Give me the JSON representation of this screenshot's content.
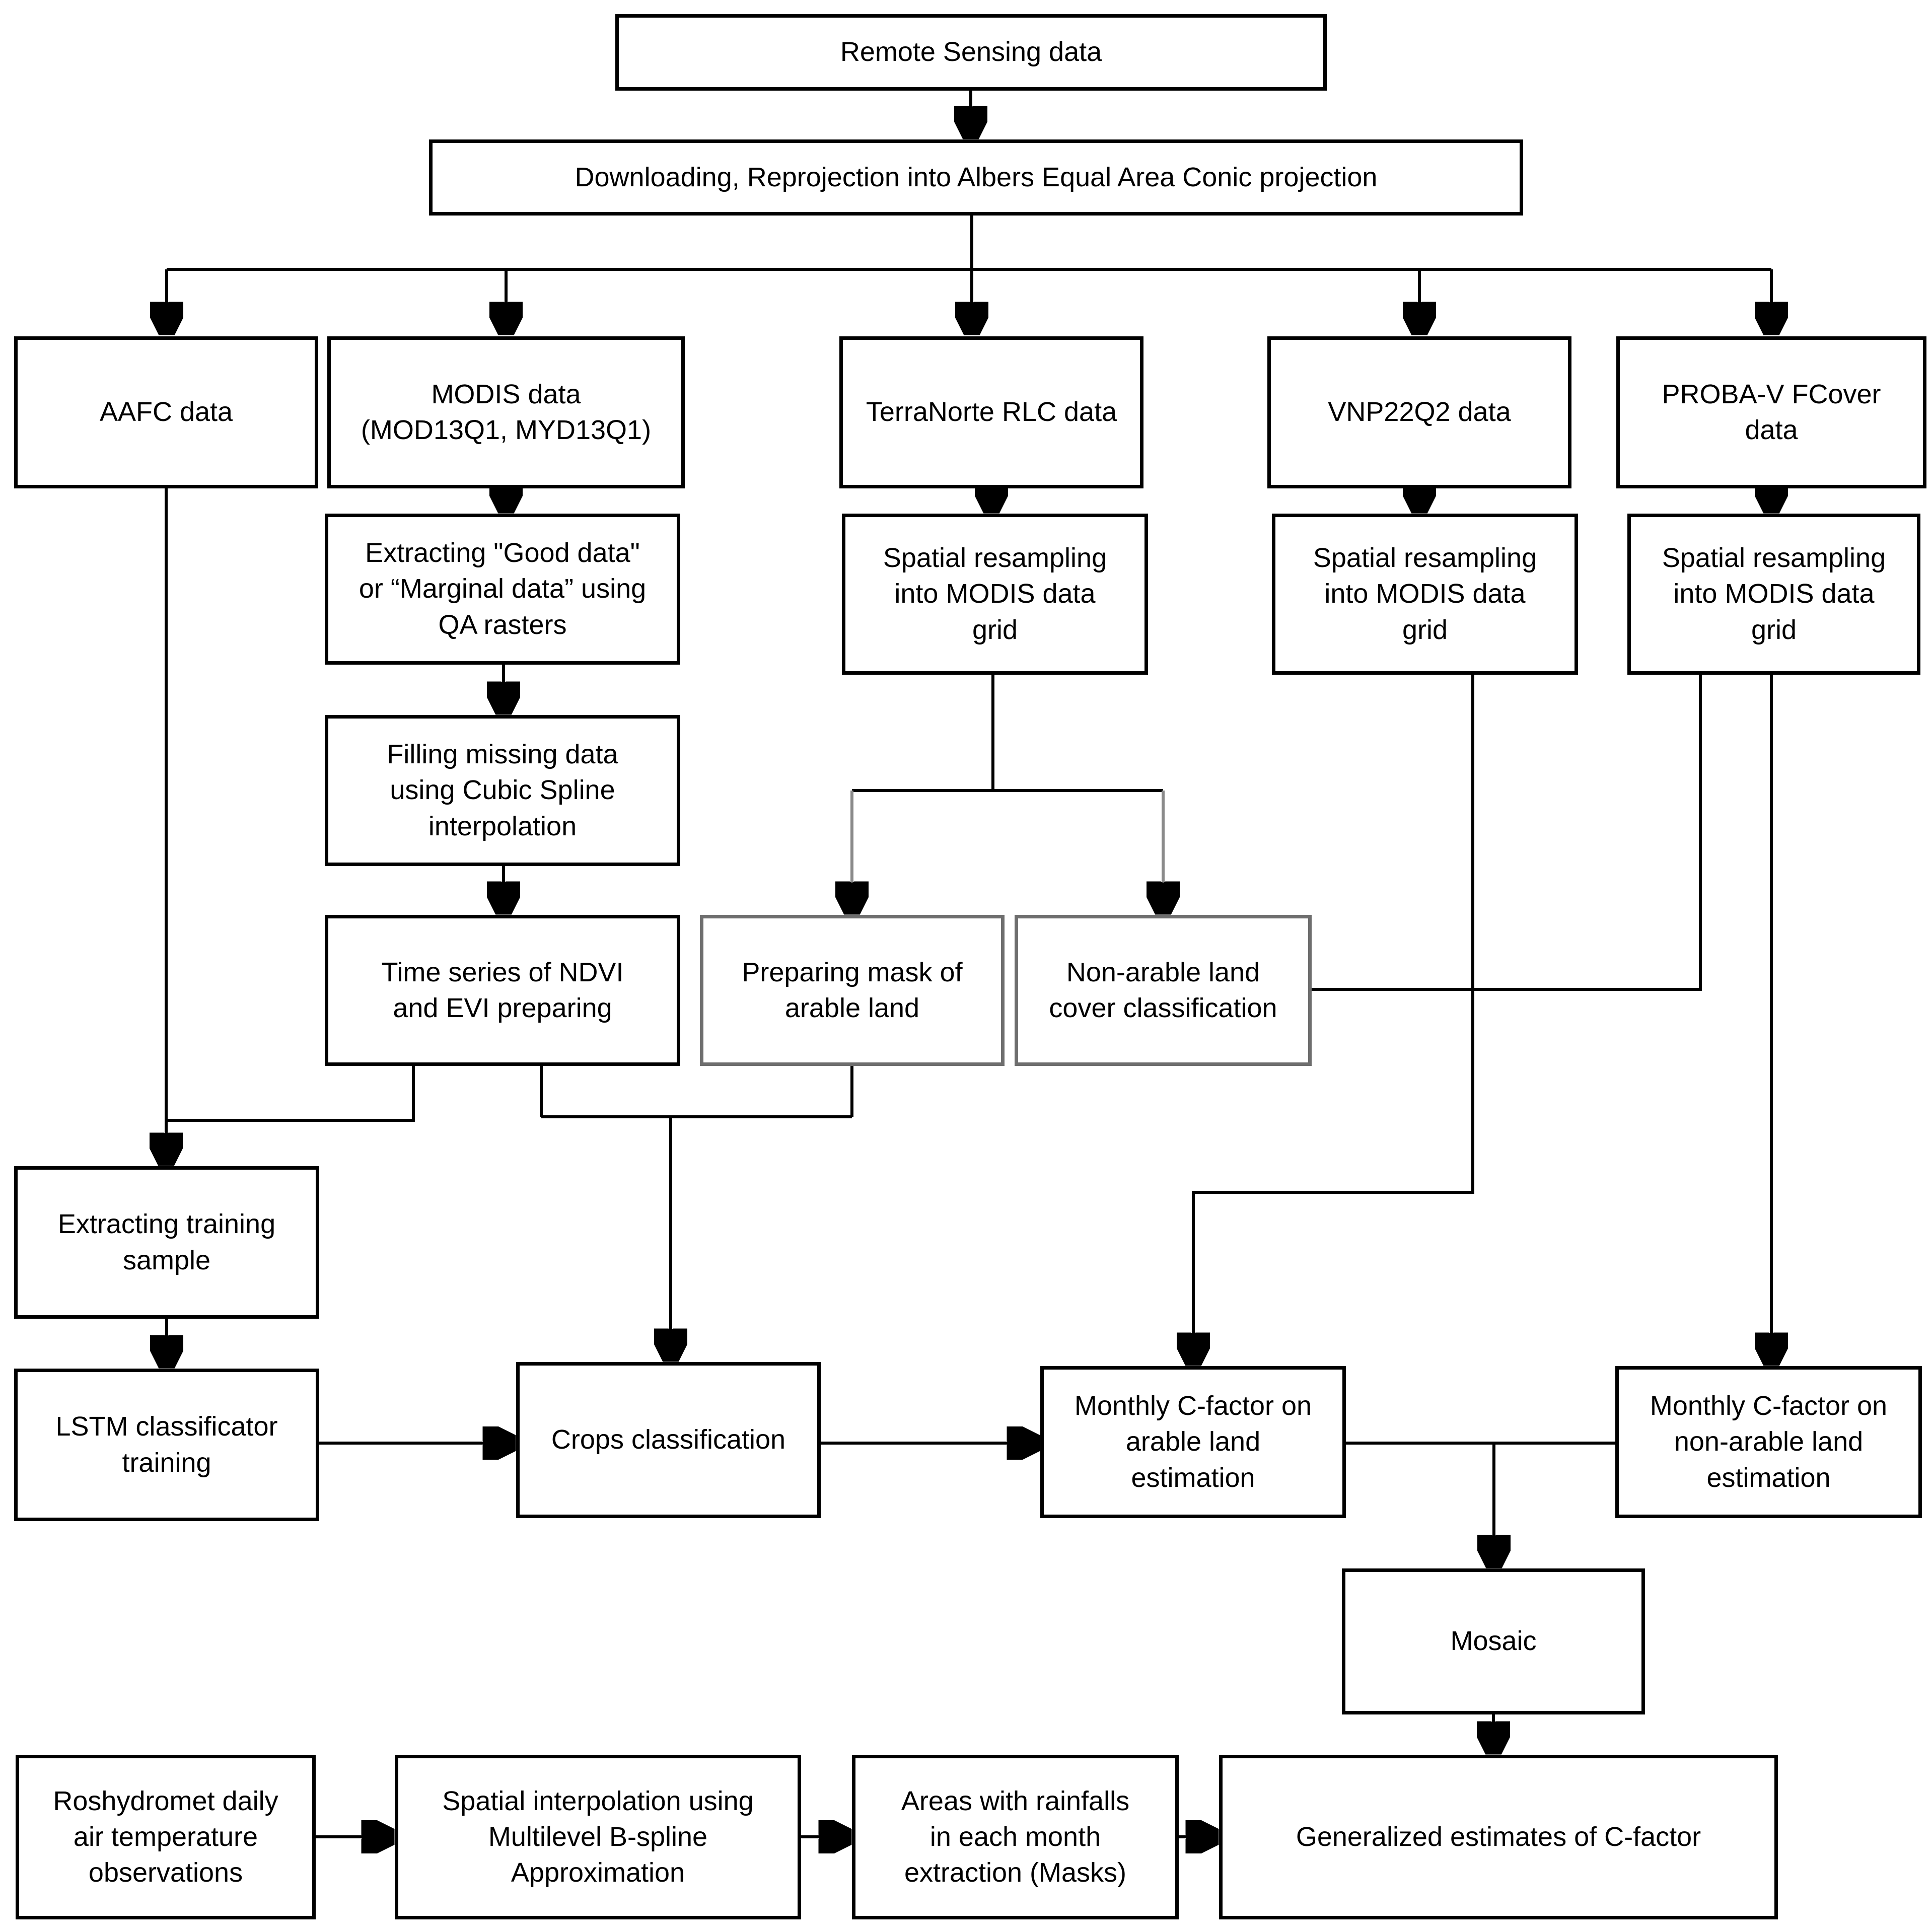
{
  "diagram": {
    "type": "flowchart",
    "colors": {
      "background": "#ffffff",
      "line": "#000000",
      "box_border": "#000000",
      "special_box_border": "#6e6e6e",
      "special_line": "#8a8a8a",
      "text": "#000000"
    },
    "nodes": {
      "remote_sensing": "Remote Sensing data",
      "downloading": "Downloading, Reprojection into Albers Equal Area Conic projection",
      "aafc": "AAFC data",
      "modis": "MODIS data\n(MOD13Q1, MYD13Q1)",
      "terranorte": "TerraNorte RLC data",
      "vnp22q2": "VNP22Q2 data",
      "probav": "PROBA-V FCover\ndata",
      "extracting_good": "Extracting \"Good data\"\nor “Marginal data” using\nQA rasters",
      "resample_terranorte": "Spatial resampling\ninto MODIS data\ngrid",
      "resample_vnp": "Spatial resampling\ninto MODIS data\ngrid",
      "resample_probav": "Spatial resampling\ninto MODIS data\ngrid",
      "filling_missing": "Filling missing data\nusing Cubic Spline\ninterpolation",
      "time_series": "Time series of NDVI\nand EVI preparing",
      "preparing_mask": "Preparing mask of\narable land",
      "nonarable_classification": "Non-arable land\ncover classification",
      "extracting_training": "Extracting training\nsample",
      "lstm": "LSTM classificator\ntraining",
      "crops": "Crops classification",
      "cfactor_arable": "Monthly C-factor on\narable land\nestimation",
      "cfactor_nonarable": "Monthly C-factor on\nnon-arable land\nestimation",
      "mosaic": "Mosaic",
      "roshydromet": "Roshydromet daily\nair temperature\nobservations",
      "spatial_interpolation": "Spatial interpolation using\nMultilevel B-spline\nApproximation",
      "areas_rainfalls": "Areas with rainfalls\nin each month\nextraction (Masks)",
      "generalized": "Generalized estimates of C-factor"
    },
    "edges": [
      {
        "from": "remote_sensing",
        "to": "downloading"
      },
      {
        "from": "downloading",
        "to": "aafc"
      },
      {
        "from": "downloading",
        "to": "modis"
      },
      {
        "from": "downloading",
        "to": "terranorte"
      },
      {
        "from": "downloading",
        "to": "vnp22q2"
      },
      {
        "from": "downloading",
        "to": "probav"
      },
      {
        "from": "modis",
        "to": "extracting_good"
      },
      {
        "from": "extracting_good",
        "to": "filling_missing"
      },
      {
        "from": "filling_missing",
        "to": "time_series"
      },
      {
        "from": "terranorte",
        "to": "resample_terranorte"
      },
      {
        "from": "vnp22q2",
        "to": "resample_vnp"
      },
      {
        "from": "probav",
        "to": "resample_probav"
      },
      {
        "from": "resample_terranorte",
        "to": "preparing_mask"
      },
      {
        "from": "resample_terranorte",
        "to": "nonarable_classification"
      },
      {
        "from": "resample_probav",
        "to": "nonarable_classification"
      },
      {
        "from": "resample_vnp",
        "to": "cfactor_arable"
      },
      {
        "from": "resample_probav",
        "to": "cfactor_nonarable"
      },
      {
        "from": "aafc",
        "to": "extracting_training"
      },
      {
        "from": "time_series",
        "to": "extracting_training"
      },
      {
        "from": "time_series",
        "to": "crops"
      },
      {
        "from": "preparing_mask",
        "to": "crops"
      },
      {
        "from": "extracting_training",
        "to": "lstm"
      },
      {
        "from": "lstm",
        "to": "crops"
      },
      {
        "from": "crops",
        "to": "cfactor_arable"
      },
      {
        "from": "cfactor_arable",
        "to": "mosaic"
      },
      {
        "from": "cfactor_nonarable",
        "to": "mosaic"
      },
      {
        "from": "mosaic",
        "to": "generalized"
      },
      {
        "from": "roshydromet",
        "to": "spatial_interpolation"
      },
      {
        "from": "spatial_interpolation",
        "to": "areas_rainfalls"
      },
      {
        "from": "areas_rainfalls",
        "to": "generalized"
      }
    ]
  }
}
